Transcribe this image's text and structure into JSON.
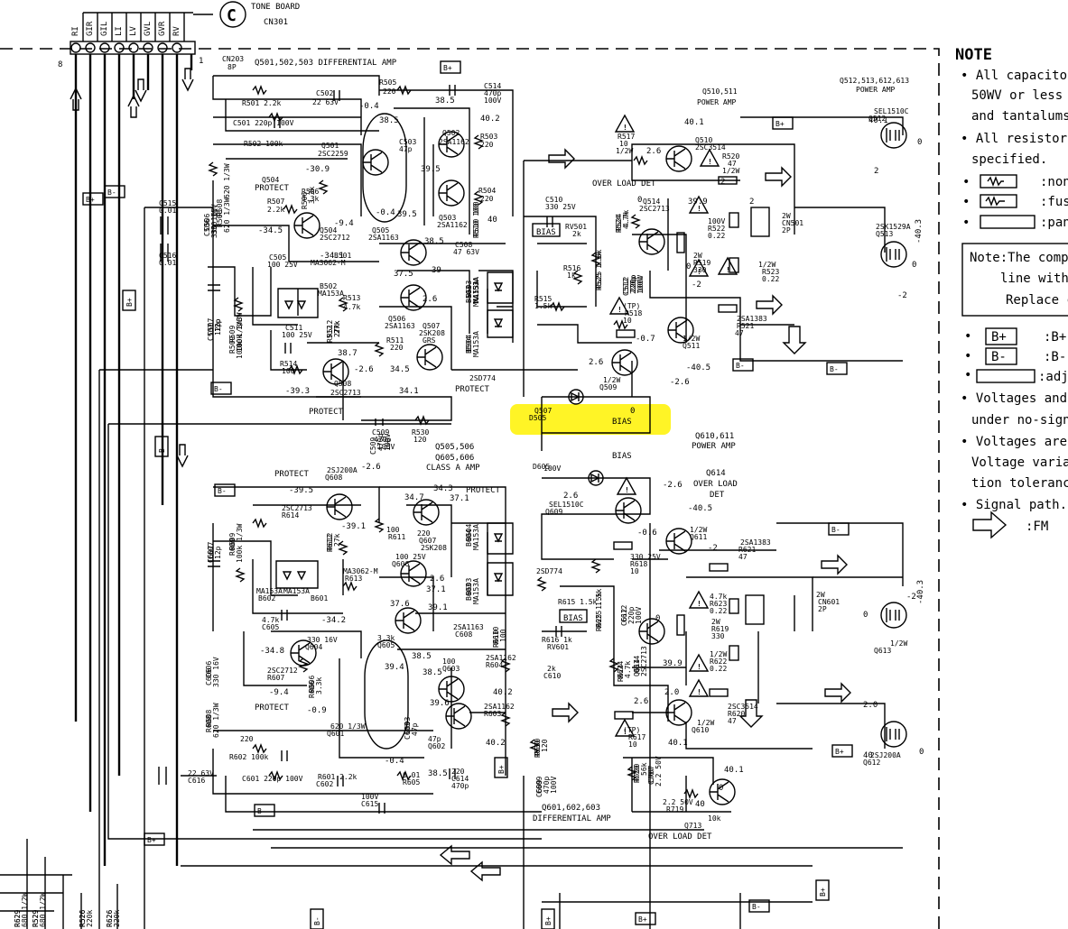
{
  "connector": {
    "pins": [
      "RI",
      "GIR",
      "GIL",
      "LI",
      "LV",
      "GVL",
      "GVR",
      "RV"
    ],
    "pin_left": "8",
    "pin_right": "1",
    "ref": "CN203",
    "ref_sub": "8P",
    "board_letter": "C",
    "board_name": "TONE BOARD",
    "board_conn": "CN301"
  },
  "blocks": {
    "diff_top": "Q501,502,503  DIFFERENTIAL AMP",
    "power_top": "Q510,511",
    "power_top2": "POWER AMP",
    "power_top_r": "Q512,513,612,613",
    "power_top_r2": "POWER AMP",
    "class_a": "Q505,506",
    "class_a2": "Q605,606",
    "class_a3": "CLASS A AMP",
    "power_bot": "Q610,611",
    "power_bot2": "POWER AMP",
    "diff_bot": "Q601,602,603",
    "diff_bot2": "DIFFERENTIAL AMP",
    "overload_top": "OVER LOAD DET",
    "overload_bot": "OVER LOAD DET",
    "q614": "Q614",
    "q614_desc": "OVER LOAD",
    "q614_desc2": "DET"
  },
  "labels": {
    "protect": "PROTECT",
    "bias": "BIAS",
    "b_plus": "B+",
    "b_minus": "B-"
  },
  "parts": [
    {
      "t": "R501 2.2k"
    },
    {
      "t": "C501 220p 100V"
    },
    {
      "t": "R502 100k"
    },
    {
      "t": "C502"
    },
    {
      "t": "22 63V"
    },
    {
      "t": "R505"
    },
    {
      "t": "220"
    },
    {
      "t": "C514"
    },
    {
      "t": "470p"
    },
    {
      "t": "100V"
    },
    {
      "t": "Q501"
    },
    {
      "t": "2SC2259"
    },
    {
      "t": "Q502"
    },
    {
      "t": "2SA1162"
    },
    {
      "t": "Q503"
    },
    {
      "t": "2SA1162"
    },
    {
      "t": "R503"
    },
    {
      "t": "220"
    },
    {
      "t": "R504"
    },
    {
      "t": "220"
    },
    {
      "t": "C503"
    },
    {
      "t": "47p"
    },
    {
      "t": "Q504"
    },
    {
      "t": "PROTECT"
    },
    {
      "t": "R507"
    },
    {
      "t": "2.2k"
    },
    {
      "t": "R506"
    },
    {
      "t": "3.3k"
    },
    {
      "t": "Q504"
    },
    {
      "t": "2SC2712"
    },
    {
      "t": "Q505"
    },
    {
      "t": "2SA1163"
    },
    {
      "t": "C508"
    },
    {
      "t": "47 63V"
    },
    {
      "t": "R510 100"
    },
    {
      "t": "C505"
    },
    {
      "t": "100 25V"
    },
    {
      "t": "B501"
    },
    {
      "t": "MA3062-M"
    },
    {
      "t": "B502"
    },
    {
      "t": "MA153A"
    },
    {
      "t": "R513"
    },
    {
      "t": "4.7k"
    },
    {
      "t": "C511"
    },
    {
      "t": "100 25V"
    },
    {
      "t": "R512"
    },
    {
      "t": "27k"
    },
    {
      "t": "Q506"
    },
    {
      "t": "2SA1163"
    },
    {
      "t": "Q507"
    },
    {
      "t": "2SK208"
    },
    {
      "t": "GRS"
    },
    {
      "t": "R511"
    },
    {
      "t": "220"
    },
    {
      "t": "R514"
    },
    {
      "t": "100"
    },
    {
      "t": "Q508"
    },
    {
      "t": "2SC2713"
    },
    {
      "t": "B503"
    },
    {
      "t": "MA153A"
    },
    {
      "t": "B504"
    },
    {
      "t": "MA153A"
    },
    {
      "t": "C506"
    },
    {
      "t": "330 16V"
    },
    {
      "t": "R508"
    },
    {
      "t": "620 1/3W"
    },
    {
      "t": "C515"
    },
    {
      "t": "0.01"
    },
    {
      "t": "C516"
    },
    {
      "t": "0.01"
    },
    {
      "t": "C507"
    },
    {
      "t": "12p"
    },
    {
      "t": "R509"
    },
    {
      "t": "100k 1/3W"
    },
    {
      "t": "C509"
    },
    {
      "t": "470p"
    },
    {
      "t": "100V"
    },
    {
      "t": "R530"
    },
    {
      "t": "120"
    },
    {
      "t": "C510"
    },
    {
      "t": "330 25V"
    },
    {
      "t": "RV501"
    },
    {
      "t": "2k"
    },
    {
      "t": "R516"
    },
    {
      "t": "1k"
    },
    {
      "t": "R515"
    },
    {
      "t": "1.5k"
    },
    {
      "t": "R525 1.5k"
    },
    {
      "t": "R517"
    },
    {
      "t": "10"
    },
    {
      "t": "1/2W"
    },
    {
      "t": "Q510"
    },
    {
      "t": "2SC3514"
    },
    {
      "t": "R520"
    },
    {
      "t": "47"
    },
    {
      "t": "1/2W"
    },
    {
      "t": "Q514"
    },
    {
      "t": "2SC2713"
    },
    {
      "t": "R524"
    },
    {
      "t": "4.7k"
    },
    {
      "t": "C512"
    },
    {
      "t": "220p"
    },
    {
      "t": "100V"
    },
    {
      "t": "R522"
    },
    {
      "t": "0.22"
    },
    {
      "t": "2W"
    },
    {
      "t": "R519"
    },
    {
      "t": "330"
    },
    {
      "t": "1/2W"
    },
    {
      "t": "R523"
    },
    {
      "t": "0.22"
    },
    {
      "t": "2W"
    },
    {
      "t": "CN501"
    },
    {
      "t": "2P"
    },
    {
      "t": "(TP)"
    },
    {
      "t": "R518"
    },
    {
      "t": "10"
    },
    {
      "t": "1/2W"
    },
    {
      "t": "Q511"
    },
    {
      "t": "2SA1383"
    },
    {
      "t": "R521"
    },
    {
      "t": "47"
    },
    {
      "t": "1/2W"
    },
    {
      "t": "Q509"
    },
    {
      "t": "2SD774"
    },
    {
      "t": "Q507"
    },
    {
      "t": "D505"
    },
    {
      "t": "SEL1510C"
    },
    {
      "t": "Q512"
    },
    {
      "t": "2SK1529A"
    },
    {
      "t": "Q513"
    },
    {
      "t": "2SJ200A"
    },
    {
      "t": "Q608"
    },
    {
      "t": "2SC2713"
    },
    {
      "t": "R614"
    },
    {
      "t": "100"
    },
    {
      "t": "R611"
    },
    {
      "t": "220"
    },
    {
      "t": "Q607"
    },
    {
      "t": "2SK208"
    },
    {
      "t": "GRS"
    },
    {
      "t": "C607"
    },
    {
      "t": "12p"
    },
    {
      "t": "R609"
    },
    {
      "t": "100k 1/3W"
    },
    {
      "t": "R612"
    },
    {
      "t": "27k"
    },
    {
      "t": "C611"
    },
    {
      "t": "100 25V"
    },
    {
      "t": "Q606"
    },
    {
      "t": "2SA1163"
    },
    {
      "t": "B604"
    },
    {
      "t": "MA153A"
    },
    {
      "t": "B603"
    },
    {
      "t": "MA153A"
    },
    {
      "t": "B602"
    },
    {
      "t": "MA153A"
    },
    {
      "t": "B601"
    },
    {
      "t": "MA3062-M"
    },
    {
      "t": "R613"
    },
    {
      "t": "4.7k"
    },
    {
      "t": "C605"
    },
    {
      "t": "100 25V"
    },
    {
      "t": "C606"
    },
    {
      "t": "330 16V"
    },
    {
      "t": "Q604"
    },
    {
      "t": "2SC2712"
    },
    {
      "t": "R607"
    },
    {
      "t": "2.2k"
    },
    {
      "t": "R606"
    },
    {
      "t": "3.3k"
    },
    {
      "t": "Q605"
    },
    {
      "t": "2SA1163"
    },
    {
      "t": "C608"
    },
    {
      "t": "47 63V"
    },
    {
      "t": "R610"
    },
    {
      "t": "100"
    },
    {
      "t": "Q603"
    },
    {
      "t": "2SA1162"
    },
    {
      "t": "R604"
    },
    {
      "t": "220"
    },
    {
      "t": "R608"
    },
    {
      "t": "620 1/3W"
    },
    {
      "t": "Q601"
    },
    {
      "t": "2SC2259"
    },
    {
      "t": "C603"
    },
    {
      "t": "47p"
    },
    {
      "t": "Q602"
    },
    {
      "t": "2SA1162"
    },
    {
      "t": "R603"
    },
    {
      "t": "220"
    },
    {
      "t": "R602 100k"
    },
    {
      "t": "C601 220p 100V"
    },
    {
      "t": "R601 2.2k"
    },
    {
      "t": "C602"
    },
    {
      "t": "22 63V"
    },
    {
      "t": "C616"
    },
    {
      "t": "0.01"
    },
    {
      "t": "R605"
    },
    {
      "t": "220"
    },
    {
      "t": "C614"
    },
    {
      "t": "470p"
    },
    {
      "t": "100V"
    },
    {
      "t": "C615"
    },
    {
      "t": "0.01"
    },
    {
      "t": "R630"
    },
    {
      "t": "120"
    },
    {
      "t": "C609"
    },
    {
      "t": "470p"
    },
    {
      "t": "100V"
    },
    {
      "t": "D605"
    },
    {
      "t": "SEL1510C"
    },
    {
      "t": "Q609"
    },
    {
      "t": "2SD774"
    },
    {
      "t": "R615 1.5k"
    },
    {
      "t": "R616 1k"
    },
    {
      "t": "RV601"
    },
    {
      "t": "2k"
    },
    {
      "t": "C610"
    },
    {
      "t": "330 25V"
    },
    {
      "t": "R618"
    },
    {
      "t": "10"
    },
    {
      "t": "1/2W"
    },
    {
      "t": "Q611"
    },
    {
      "t": "2SA1383"
    },
    {
      "t": "R621"
    },
    {
      "t": "47"
    },
    {
      "t": "1/2W"
    },
    {
      "t": "R625 1.5k"
    },
    {
      "t": "C612"
    },
    {
      "t": "220p"
    },
    {
      "t": "100V"
    },
    {
      "t": "Q614"
    },
    {
      "t": "2SC2713"
    },
    {
      "t": "R624"
    },
    {
      "t": "4.7k"
    },
    {
      "t": "R623"
    },
    {
      "t": "0.22"
    },
    {
      "t": "2W"
    },
    {
      "t": "R619"
    },
    {
      "t": "330"
    },
    {
      "t": "1/2W"
    },
    {
      "t": "R622"
    },
    {
      "t": "0.22"
    },
    {
      "t": "2W"
    },
    {
      "t": "CN601"
    },
    {
      "t": "2P"
    },
    {
      "t": "(TP)"
    },
    {
      "t": "R617"
    },
    {
      "t": "10"
    },
    {
      "t": "1/2W"
    },
    {
      "t": "Q610"
    },
    {
      "t": "2SC3514"
    },
    {
      "t": "R620"
    },
    {
      "t": "47"
    },
    {
      "t": "1/2W"
    },
    {
      "t": "Q613"
    },
    {
      "t": "2SJ200A"
    },
    {
      "t": "Q612"
    },
    {
      "t": "2SK1529A"
    },
    {
      "t": "R720"
    },
    {
      "t": "56k"
    },
    {
      "t": "C707"
    },
    {
      "t": "2.2 50V"
    },
    {
      "t": "R719"
    },
    {
      "t": "10k"
    },
    {
      "t": "Q713"
    },
    {
      "t": "2SA1163"
    },
    {
      "t": "R629"
    },
    {
      "t": "680 1/2W"
    },
    {
      "t": "R529"
    },
    {
      "t": "680 1/2W"
    },
    {
      "t": "R526"
    },
    {
      "t": "220k"
    },
    {
      "t": "R626"
    },
    {
      "t": "220k"
    }
  ],
  "voltages": [
    {
      "t": "-0.4"
    },
    {
      "t": "38.5"
    },
    {
      "t": "38.5"
    },
    {
      "t": "40.2"
    },
    {
      "t": "-30.9"
    },
    {
      "t": "39.5"
    },
    {
      "t": "-0.4"
    },
    {
      "t": "39.5"
    },
    {
      "t": "40"
    },
    {
      "t": "-9.4"
    },
    {
      "t": "-34.5"
    },
    {
      "t": "-34.1"
    },
    {
      "t": "38.5"
    },
    {
      "t": "37.5"
    },
    {
      "t": "39"
    },
    {
      "t": "2.6"
    },
    {
      "t": "38.7"
    },
    {
      "t": "34.5"
    },
    {
      "t": "-2.6"
    },
    {
      "t": "-39.3"
    },
    {
      "t": "34.1"
    },
    {
      "t": "40.1"
    },
    {
      "t": "2.6"
    },
    {
      "t": "40.1"
    },
    {
      "t": "0"
    },
    {
      "t": "39.9"
    },
    {
      "t": "0"
    },
    {
      "t": "2"
    },
    {
      "t": "2"
    },
    {
      "t": "2"
    },
    {
      "t": "0"
    },
    {
      "t": "-2"
    },
    {
      "t": "-0.7"
    },
    {
      "t": "2.6"
    },
    {
      "t": "-40.5"
    },
    {
      "t": "-2.6"
    },
    {
      "t": "0"
    },
    {
      "t": "-40.3"
    },
    {
      "t": "-2"
    },
    {
      "t": "0"
    },
    {
      "t": "-2.6"
    },
    {
      "t": "-39.5"
    },
    {
      "t": "34.7"
    },
    {
      "t": "34.3"
    },
    {
      "t": "37.1"
    },
    {
      "t": "-39.1"
    },
    {
      "t": "2.6"
    },
    {
      "t": "37.1"
    },
    {
      "t": "37.6"
    },
    {
      "t": "39.1"
    },
    {
      "t": "-34.2"
    },
    {
      "t": "-34.8"
    },
    {
      "t": "-9.4"
    },
    {
      "t": "39.4"
    },
    {
      "t": "38.5"
    },
    {
      "t": "38.5"
    },
    {
      "t": "40.2"
    },
    {
      "t": "39.6"
    },
    {
      "t": "-0.9"
    },
    {
      "t": "-0.4"
    },
    {
      "t": "40.2"
    },
    {
      "t": "38.5"
    },
    {
      "t": "2.6"
    },
    {
      "t": "-2.6"
    },
    {
      "t": "-40.5"
    },
    {
      "t": "-0.6"
    },
    {
      "t": "-2"
    },
    {
      "t": "0"
    },
    {
      "t": "39.9"
    },
    {
      "t": "2.6"
    },
    {
      "t": "2.0"
    },
    {
      "t": "40.1"
    },
    {
      "t": "2.0"
    },
    {
      "t": "-40.3"
    },
    {
      "t": "-2"
    },
    {
      "t": "0"
    },
    {
      "t": "40"
    },
    {
      "t": "0"
    },
    {
      "t": "40.1"
    },
    {
      "t": "40"
    },
    {
      "t": "0"
    }
  ],
  "note": {
    "title": "NOTE",
    "lines": [
      "• All capacitors",
      "50WV or less a",
      "and tantalums.",
      "• All resistors",
      "specified.",
      ":non",
      ":fus",
      ":pan"
    ],
    "box_lines": [
      "Note:The compo",
      "line with",
      "Replace c"
    ],
    "legend": [
      ":B+",
      ":B-",
      ":adj"
    ],
    "more": [
      "• Voltages and w",
      "under no-signa",
      "• Voltages are t",
      "Voltage variat",
      "tion tolerance",
      "• Signal path.",
      ":FM"
    ]
  },
  "highlight_color": "#fff200"
}
